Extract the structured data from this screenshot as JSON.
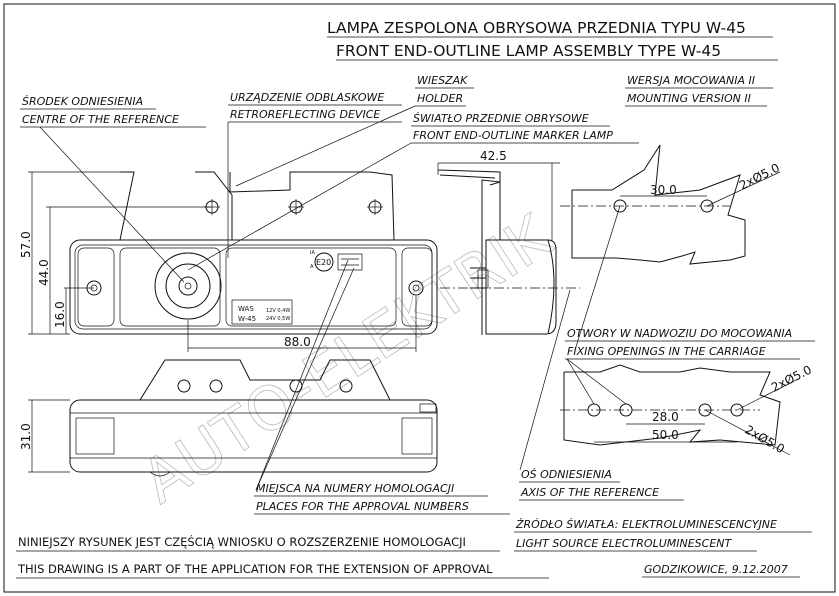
{
  "title": {
    "line_pl": "LAMPA ZESPOLONA OBRYSOWA PRZEDNIA TYPU W-45",
    "line_en": "FRONT END-OUTLINE LAMP ASSEMBLY TYPE W-45"
  },
  "labels": {
    "centre_pl": "ŚRODEK ODNIESIENIA",
    "centre_en": "CENTRE OF THE REFERENCE",
    "retro_pl": "URZĄDZENIE ODBLASKOWE",
    "retro_en": "RETROREFLECTING DEVICE",
    "holder_pl": "WIESZAK",
    "holder_en": "HOLDER",
    "marker_pl": "ŚWIATŁO PRZEDNIE OBRYSOWE",
    "marker_en": "FRONT END-OUTLINE MARKER LAMP",
    "version_pl": "WERSJA MOCOWANIA II",
    "version_en": "MOUNTING VERSION II",
    "openings_pl": "OTWORY W NADWOZIU DO MOCOWANIA",
    "openings_en": "FIXING OPENINGS IN THE CARRIAGE",
    "approval_pl": "MIEJSCA NA NUMERY HOMOLOGACJI",
    "approval_en": "PLACES FOR THE APPROVAL NUMBERS",
    "axis_pl": "OŚ ODNIESIENIA",
    "axis_en": "AXIS OF THE REFERENCE",
    "source_pl": "ŹRÓDŁO ŚWIATŁA: ELEKTROLUMINESCENCYJNE",
    "source_en": "LIGHT SOURCE ELECTROLUMINESCENT",
    "note_pl": "NINIEJSZY RYSUNEK JEST CZĘŚCIĄ WNIOSKU O ROZSZERZENIE HOMOLOGACJI",
    "note_en": "THIS DRAWING IS A PART OF THE APPLICATION FOR THE EXTENSION OF APPROVAL",
    "place_date": "GODZIKOWICE, 9.12.2007"
  },
  "lamp_marks": {
    "e_mark": "E20",
    "ia": "IA",
    "a": "A",
    "was": "WAS",
    "model": "W-45",
    "v12": "12V 0,4W",
    "v24": "24V 0,5W"
  },
  "dimensions": {
    "height_total": "57.0",
    "height_44": "44.0",
    "height_16": "16.0",
    "width_88": "88.0",
    "depth_42": "42.5",
    "height_31": "31.0",
    "spacing_30": "30.0",
    "holes_top": "2xØ5.0",
    "spacing_28": "28.0",
    "spacing_50": "50.0",
    "holes_mid": "2xØ5.0",
    "holes_low": "2xØ5.0"
  },
  "watermark": "AUTO-ELEKTRIK"
}
